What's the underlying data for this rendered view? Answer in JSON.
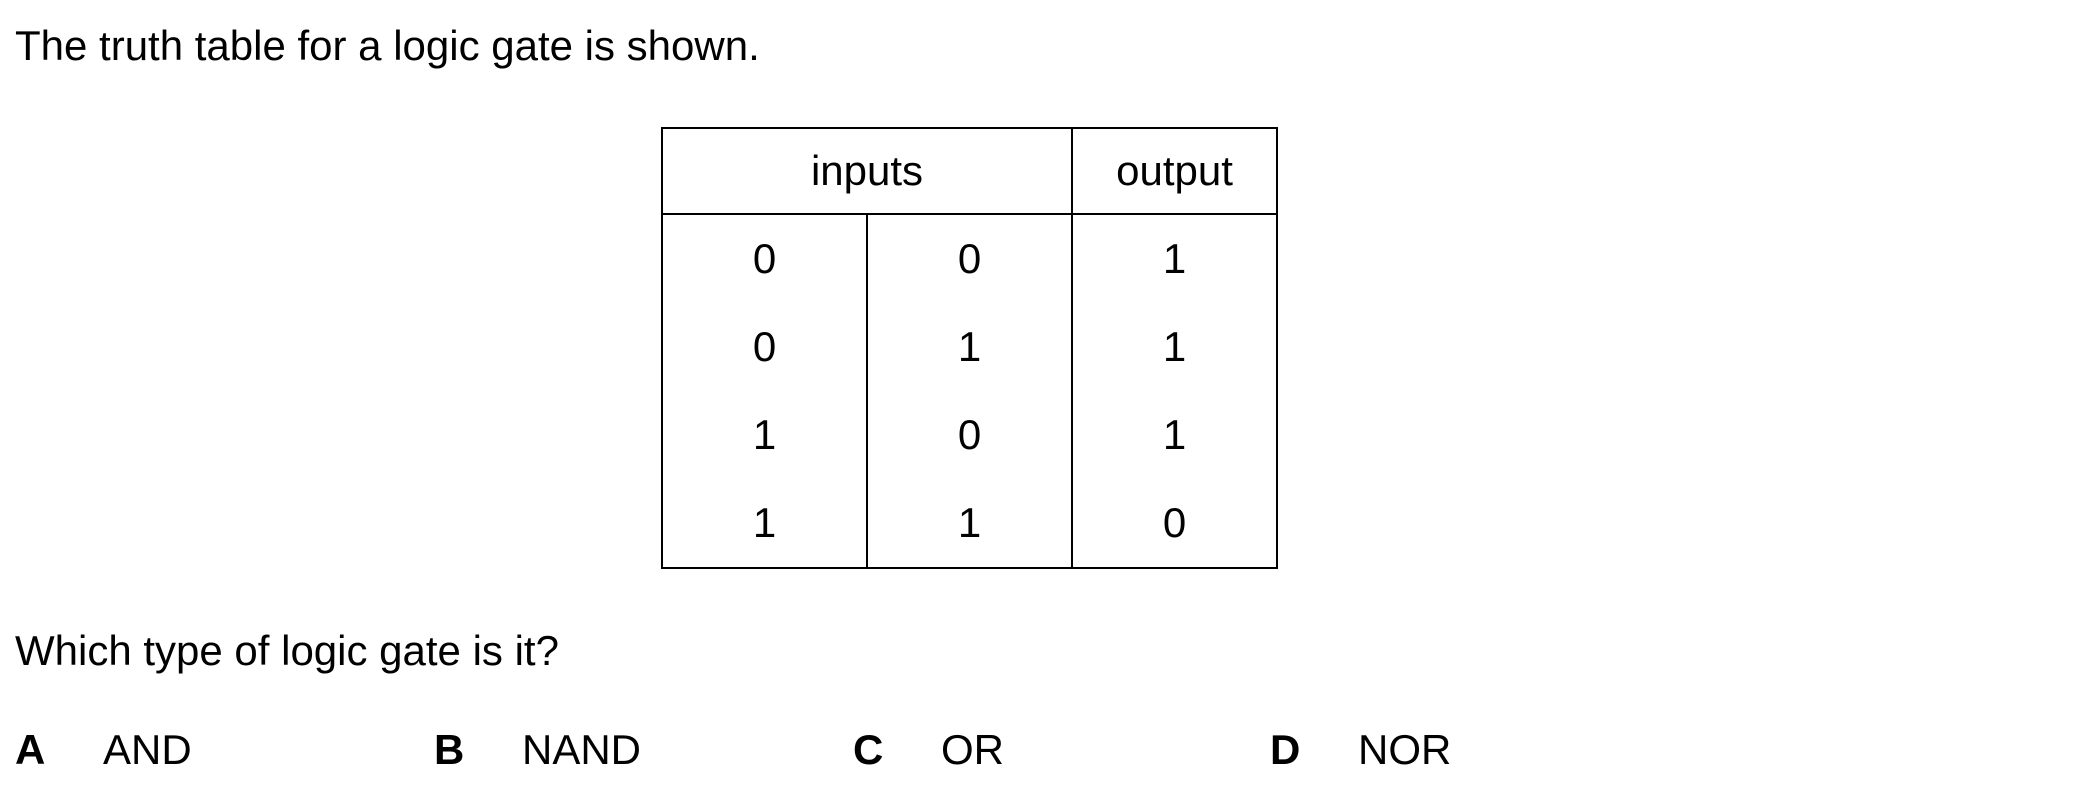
{
  "intro": "The truth table for a logic gate is shown.",
  "table": {
    "header_inputs": "inputs",
    "header_output": "output",
    "rows": [
      [
        "0",
        "0",
        "1"
      ],
      [
        "0",
        "1",
        "1"
      ],
      [
        "1",
        "0",
        "1"
      ],
      [
        "1",
        "1",
        "0"
      ]
    ]
  },
  "question": "Which type of logic gate is it?",
  "options": [
    {
      "letter": "A",
      "text": "AND"
    },
    {
      "letter": "B",
      "text": "NAND"
    },
    {
      "letter": "C",
      "text": "OR"
    },
    {
      "letter": "D",
      "text": "NOR"
    }
  ]
}
